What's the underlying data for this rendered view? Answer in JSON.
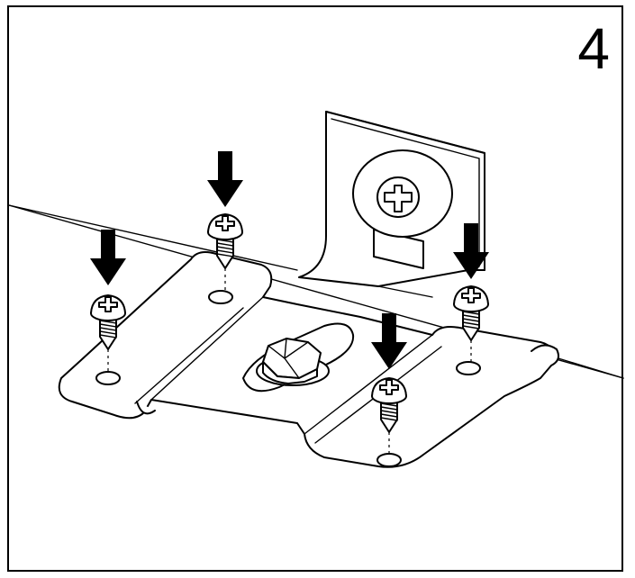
{
  "step": {
    "number": "4"
  },
  "screws": [
    {
      "id": "left"
    },
    {
      "id": "upper-left"
    },
    {
      "id": "right"
    },
    {
      "id": "front"
    }
  ]
}
